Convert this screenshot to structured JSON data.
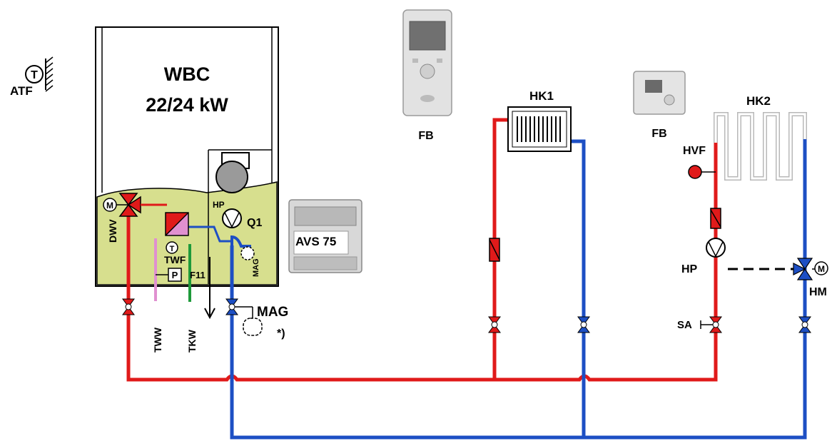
{
  "boiler": {
    "name": "WBC",
    "power": "22/24 kW",
    "labels": {
      "dwv": "DWV",
      "twf": "TWF",
      "f11": "F11",
      "hp": "HP",
      "q1": "Q1",
      "mag": "MAG",
      "p": "P",
      "m": "M",
      "t": "T"
    }
  },
  "outdoor_sensor": {
    "label": "ATF",
    "symbol": "T"
  },
  "controller": {
    "label": "AVS 75"
  },
  "remote_controls": [
    {
      "label": "FB"
    },
    {
      "label": "FB"
    }
  ],
  "circuits": {
    "hk1": {
      "label": "HK1"
    },
    "hk2": {
      "label": "HK2",
      "hvf": "HVF",
      "hp": "HP",
      "hm": "HM",
      "sa": "SA",
      "m": "M"
    }
  },
  "connections": {
    "tww": "TWW",
    "tkw": "TKW",
    "mag": "MAG",
    "note": "*)"
  },
  "colors": {
    "flow": "#e01a1a",
    "return": "#1d4fc4",
    "cold_water": "#1e9a3a",
    "hot_water": "#e090d0",
    "boiler_fill": "#d7df8e"
  }
}
